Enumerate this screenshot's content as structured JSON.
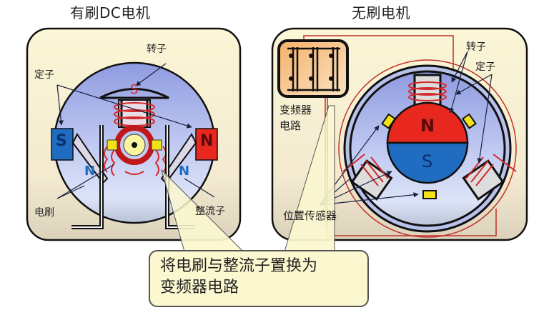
{
  "left_panel": {
    "title": "有刷DC电机",
    "labels": {
      "rotor": "转子",
      "stator": "定子",
      "brush": "电刷",
      "commutator": "整流子"
    },
    "magnets": {
      "left": "S",
      "right": "N",
      "rotor_top": "S",
      "lower_left": "N",
      "lower_right": "N"
    }
  },
  "right_panel": {
    "title": "无刷电机",
    "labels": {
      "inverter_line1": "变频器",
      "inverter_line2": "电路",
      "rotor": "转子",
      "stator": "定子",
      "position_sensor": "位置传感器"
    },
    "rotor_poles": {
      "top": "N",
      "bottom": "S"
    }
  },
  "callout": {
    "line1": "将电刷与整流子置换为",
    "line2": "变频器电路"
  },
  "colors": {
    "panel_bg": "#f8f1cf",
    "motor_blue": "#a9b4e6",
    "magnet_red": "#e8281e",
    "magnet_blue": "#1f6cc0",
    "coil_red": "#d42a2a",
    "sensor_yellow": "#f2e21a",
    "callout_bg": "#fbf8cf"
  }
}
